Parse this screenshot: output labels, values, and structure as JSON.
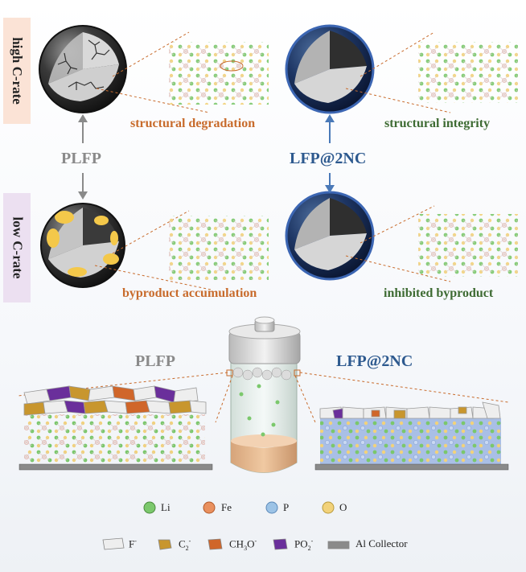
{
  "rows": {
    "high_label": "high C-rate",
    "low_label": "low C-rate"
  },
  "materials": {
    "left": "PLFP",
    "right": "LFP@2NC"
  },
  "captions": {
    "top_left": "structural degradation",
    "top_right": "structural integrity",
    "bottom_left": "byproduct accumulation",
    "bottom_right": "inhibited byproduct"
  },
  "bottom_panel": {
    "left_label": "PLFP",
    "right_label": "LFP@2NC"
  },
  "legend_atoms": [
    {
      "label": "Li",
      "color": "#7bc86c"
    },
    {
      "label": "Fe",
      "color": "#e9905e"
    },
    {
      "label": "P",
      "color": "#9cc3e6"
    },
    {
      "label": "O",
      "color": "#f2d27a"
    }
  ],
  "legend_species": [
    {
      "label": "F",
      "charge": "-",
      "color": "#eeeeee"
    },
    {
      "label": "C",
      "sub": "2",
      "charge": "-",
      "color": "#c8962e"
    },
    {
      "label": "CH",
      "sub": "3",
      "suffix": "O",
      "charge": "-",
      "color": "#d0662a"
    },
    {
      "label": "PO",
      "sub": "2",
      "charge": "-",
      "color": "#6a2f9b"
    },
    {
      "label": "Al Collector",
      "color": "#888888"
    }
  ],
  "colors": {
    "li": "#7bc86c",
    "fe": "#e9905e",
    "p": "#9cc3e6",
    "o": "#f2d27a",
    "arrow_grey": "#8a8a8a",
    "arrow_blue": "#4a79b8",
    "plfp_sphere": "#2b2b2b",
    "lfp2nc_sphere": "#1b2f55",
    "byproduct": "#f4c84a"
  }
}
